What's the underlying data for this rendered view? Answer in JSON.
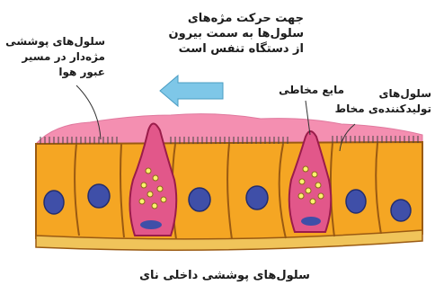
{
  "labels": {
    "direction": [
      "جهت حرکت مژه‌های",
      "سلول‌ها به سمت بیرون",
      "از دستگاه تنفس است"
    ],
    "ciliated": [
      "سلول‌های پوششی",
      "مژه‌دار در مسیر",
      "عبور هوا"
    ],
    "mucus": [
      "مایع مخاطی"
    ],
    "goblet": [
      "سلول‌های",
      "تولیدکننده‌ی مخاط"
    ],
    "caption": "سلول‌های پوششی داخلی نای"
  },
  "colors": {
    "mucus_layer": "#f48fb1",
    "cell_fill": "#f5a623",
    "cell_border": "#9a5a12",
    "nucleus": "#3f4fa8",
    "goblet_fill": "#e2578a",
    "granule": "#fff36e",
    "basement": "#f0c45a",
    "arrow": "#7ec7e8"
  }
}
